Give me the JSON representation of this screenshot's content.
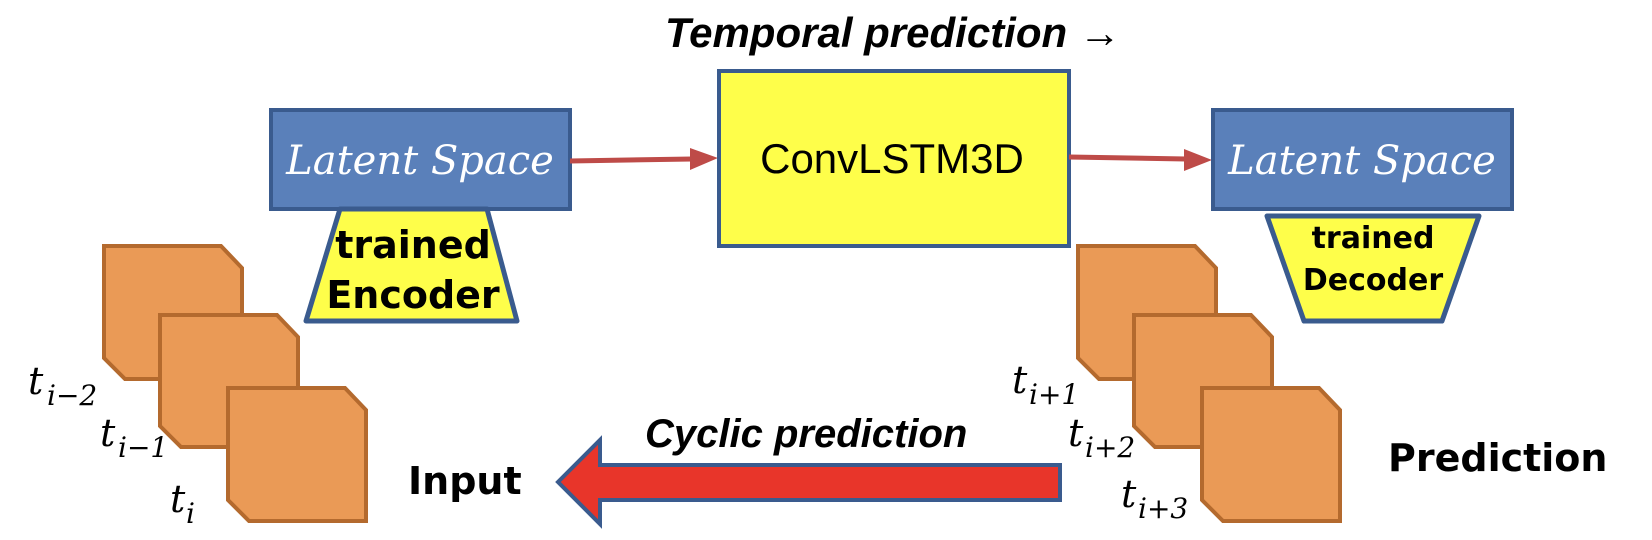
{
  "labels": {
    "temporal_prediction": "Temporal prediction →",
    "cyclic_prediction": "Cyclic prediction",
    "latent_left": "Latent Space",
    "latent_right": "Latent Space",
    "convlstm": "ConvLSTM3D",
    "encoder_line1": "trained",
    "encoder_line2": "Encoder",
    "decoder_line1": "trained",
    "decoder_line2": "Decoder",
    "input": "Input",
    "prediction": "Prediction"
  },
  "input_frames": [
    {
      "base": "t",
      "sub": "i−2"
    },
    {
      "base": "t",
      "sub": "i−1"
    },
    {
      "base": "t",
      "sub": "i"
    }
  ],
  "prediction_frames": [
    {
      "base": "t",
      "sub": "i+1"
    },
    {
      "base": "t",
      "sub": "i+2"
    },
    {
      "base": "t",
      "sub": "i+3"
    }
  ],
  "colors": {
    "latent_box": "#5a80ba",
    "box_border": "#3a5b8e",
    "convlstm_box": "#fefe4a",
    "encoder_decoder": "#fefe4a",
    "frame_tile": "#ea9a56",
    "frame_border": "#b46a2e",
    "flow_arrow": "#be4b48",
    "cyclic_arrow": "#e8352a"
  }
}
